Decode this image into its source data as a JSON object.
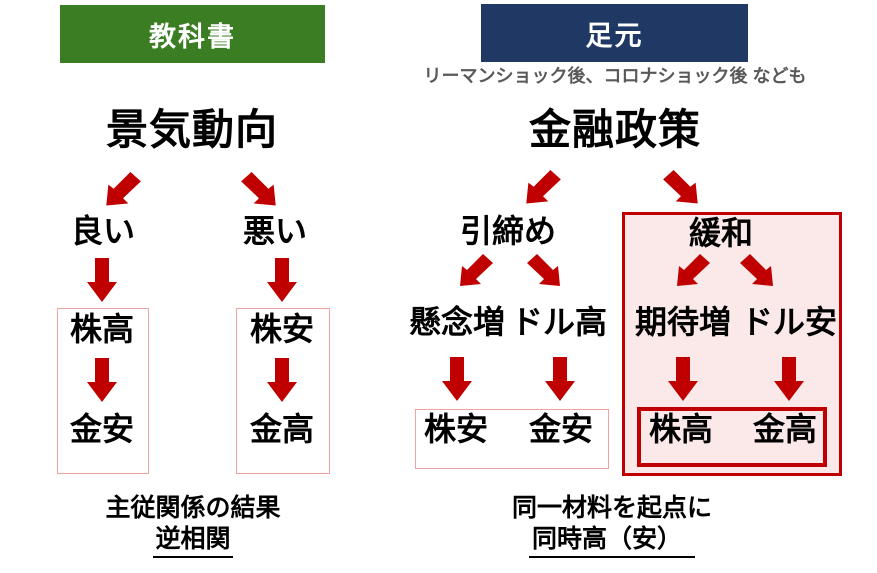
{
  "colors": {
    "header_green": "#3b7d22",
    "header_navy": "#1f3864",
    "arrow_red": "#c00000",
    "thin_box_border": "#f2a2a2",
    "highlight_fill": "#fbe9e9",
    "subtitle_gray": "#595959"
  },
  "left": {
    "header": "教科書",
    "root": "景気動向",
    "branch_good": "良い",
    "branch_bad": "悪い",
    "box1_top": "株高",
    "box1_bottom": "金安",
    "box2_top": "株安",
    "box2_bottom": "金高",
    "caption_line1": "主従関係の結果",
    "caption_line2": "逆相関"
  },
  "right": {
    "header": "足元",
    "subtitle": "リーマンショック後、コロナショック後 なども",
    "root": "金融政策",
    "branch_tighten": "引締め",
    "branch_ease": "緩和",
    "leaf_concern": "懸念増",
    "leaf_dollar_high": "ドル高",
    "leaf_expect": "期待増",
    "leaf_dollar_low": "ドル安",
    "result_stock_low": "株安",
    "result_gold_low": "金安",
    "result_stock_high": "株高",
    "result_gold_high": "金高",
    "caption_line1": "同一材料を起点に",
    "caption_line2": "同時高（安）"
  }
}
